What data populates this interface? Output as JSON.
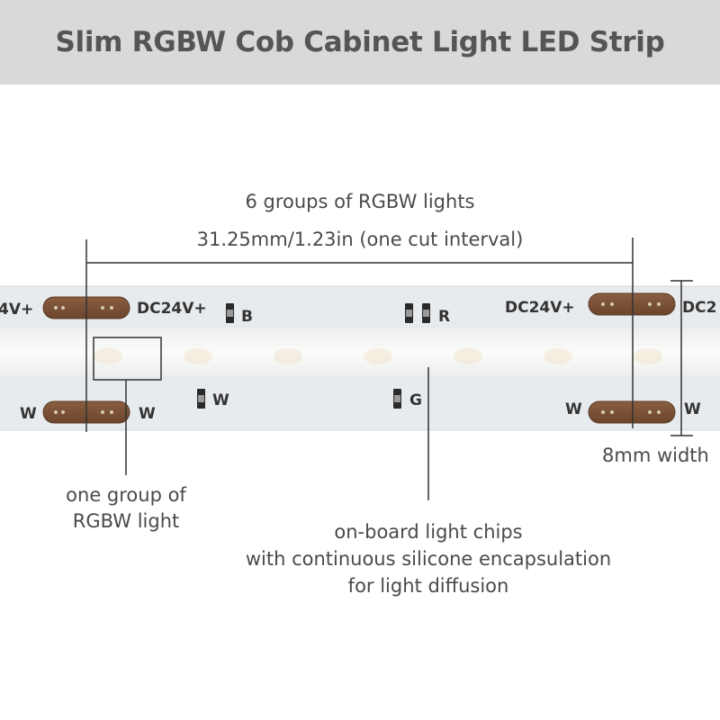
{
  "title": "Slim RGBW Cob Cabinet Light LED Strip",
  "dimension": {
    "groups": "6 groups of RGBW lights",
    "cut_interval": "31.25mm/1.23in (one cut interval)",
    "width": "8mm width"
  },
  "strip_labels": {
    "top_left_edge": "4V+",
    "top_pad_1": "DC24V+",
    "top_pad_2": "DC24V+",
    "top_right_edge": "DC2",
    "channel_b": "B",
    "channel_r": "R",
    "channel_g": "G",
    "channel_w": "W",
    "bottom_left": "W",
    "bottom_mid": "W",
    "bottom_right_1": "W",
    "bottom_right_2": "W"
  },
  "callouts": {
    "group_line1": "one group of",
    "group_line2": "RGBW light",
    "chips_line1": "on-board light chips",
    "chips_line2": "with continuous silicone encapsulation",
    "chips_line3": "for light diffusion"
  },
  "colors": {
    "header_bg": "#d9d9d9",
    "title": "#555555",
    "strip": "#e9ecef",
    "encapsulation": "#f7f7f6",
    "copper_pad": "#7a5238",
    "line": "#333333"
  }
}
